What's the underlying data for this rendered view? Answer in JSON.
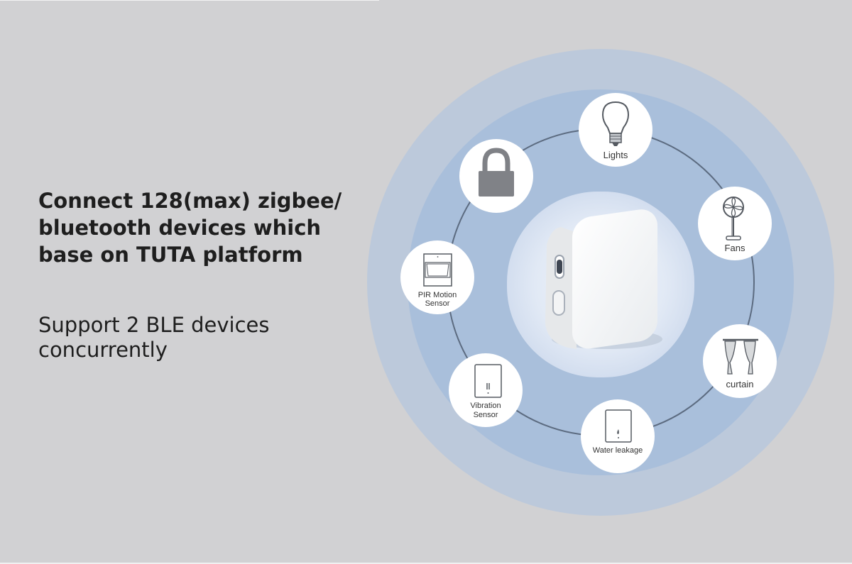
{
  "headline": "Connect 128(max) zigbee/ bluetooth devices which base on TUTA platform",
  "subline": "Support 2 BLE devices concurrently",
  "devices": {
    "lights": "Lights",
    "fans": "Fans",
    "curtain": "curtain",
    "water_leakage": "Water leakage",
    "vibration_line1": "Vibration",
    "vibration_line2": "Sensor",
    "pir_line1": "PIR Motion",
    "pir_line2": "Sensor"
  },
  "icons": [
    "lock-icon",
    "light-bulb-icon",
    "fan-icon",
    "curtain-icon",
    "water-leak-sensor-icon",
    "vibration-sensor-icon",
    "pir-motion-sensor-icon"
  ],
  "colors": {
    "outer_ring": "#bcc9db",
    "inner_ring": "#a9bfdb",
    "center_glow": "#dbe6f4",
    "orbit": "#5c6b80"
  }
}
